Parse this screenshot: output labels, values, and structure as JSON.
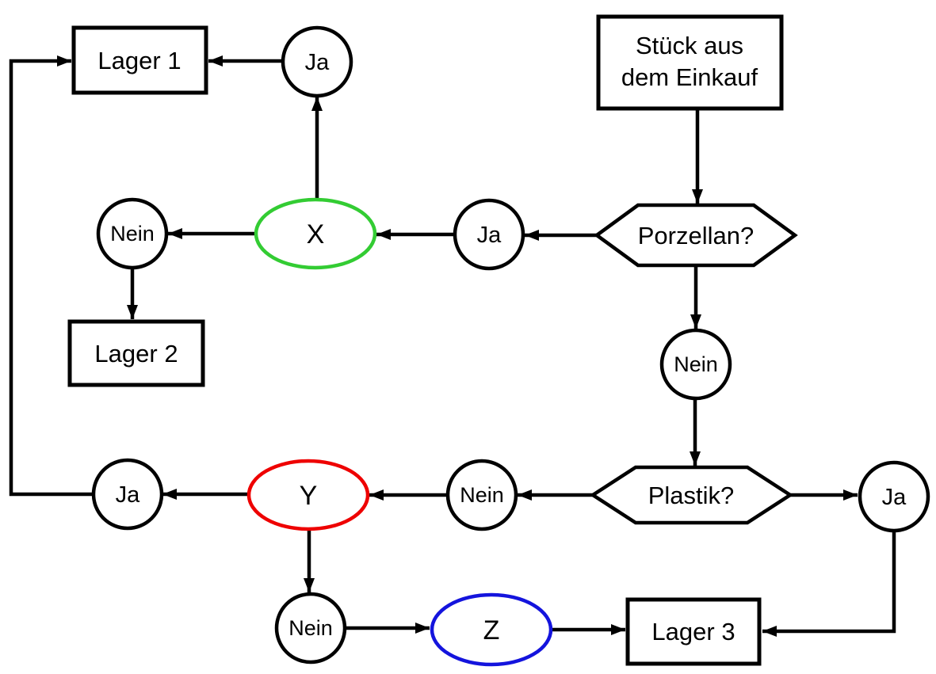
{
  "diagram": {
    "nodes": {
      "start": {
        "line1": "Stück aus",
        "line2": "dem Einkauf"
      },
      "decision_porzellan": {
        "label": "Porzellan?"
      },
      "decision_plastik": {
        "label": "Plastik?"
      },
      "lager1": {
        "label": "Lager 1"
      },
      "lager2": {
        "label": "Lager 2"
      },
      "lager3": {
        "label": "Lager 3"
      },
      "x": {
        "label": "X"
      },
      "y": {
        "label": "Y"
      },
      "z": {
        "label": "Z"
      },
      "ja_top": {
        "label": "Ja"
      },
      "ja_mid": {
        "label": "Ja"
      },
      "ja_bottom_left": {
        "label": "Ja"
      },
      "ja_right": {
        "label": "Ja"
      },
      "nein_left": {
        "label": "Nein"
      },
      "nein_mid": {
        "label": "Nein"
      },
      "nein_plastik": {
        "label": "Nein"
      },
      "nein_bottom": {
        "label": "Nein"
      }
    },
    "colors": {
      "green": "#33cc33",
      "red": "#ee0000",
      "blue": "#1414dd",
      "line": "#000000",
      "background": "#ffffff"
    }
  }
}
